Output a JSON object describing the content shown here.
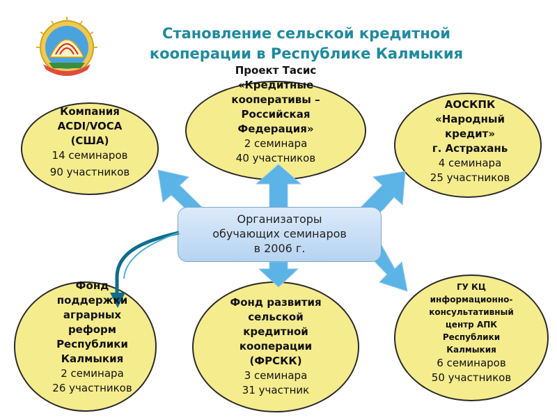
{
  "title": {
    "line1": "Становление сельской кредитной",
    "line2": "кооперации в Республике Калмыкия"
  },
  "emblem": {
    "icon": "kalmykia-emblem-icon"
  },
  "center": {
    "line1": "Организаторы",
    "line2": "обучающих семинаров",
    "line3": "в 2006 г."
  },
  "organizers": {
    "acdi": {
      "name1": "Компания",
      "name2": "ACDI/VOCA",
      "name3": "(США)",
      "seminars": "14 семинаров",
      "participants": "90 участников"
    },
    "tacis": {
      "name1": "Проект Тасис",
      "name2": "«Кредитные",
      "name3": "кооперативы –",
      "name4": "Российская",
      "name5": "Федерация»",
      "seminars": "2 семинара",
      "participants": "40 участников"
    },
    "aoskpk": {
      "name1": "АОСКПК",
      "name2": "«Народный",
      "name3": "кредит»",
      "name4": "г. Астрахань",
      "seminars": "4 семинара",
      "participants": "25 участников"
    },
    "fund_agrarian": {
      "name1": "Фонд",
      "name2": "поддержки",
      "name3": "аграрных",
      "name4": "реформ",
      "name5": "Республики",
      "name6": "Калмыкия",
      "seminars": "2 семинара",
      "participants": "26 участников"
    },
    "frskk": {
      "name1": "Фонд развития",
      "name2": "сельской",
      "name3": "кредитной",
      "name4": "кооперации",
      "name5": "(ФРСКК)",
      "seminars": "3 семинара",
      "participants": "31 участник"
    },
    "gukc": {
      "name1": "ГУ КЦ",
      "name2": "информационно-",
      "name3": "консультативный",
      "name4": "центр АПК",
      "name5": "Республики",
      "name6": "Калмыкия",
      "seminars": "6 семинаров",
      "participants": "50 участников"
    }
  },
  "colors": {
    "oval_fill": "#f5ec8e",
    "arrow": "#5bb3e6",
    "title": "#1f8a9e",
    "curved_arrow": "#0e6d8c"
  }
}
